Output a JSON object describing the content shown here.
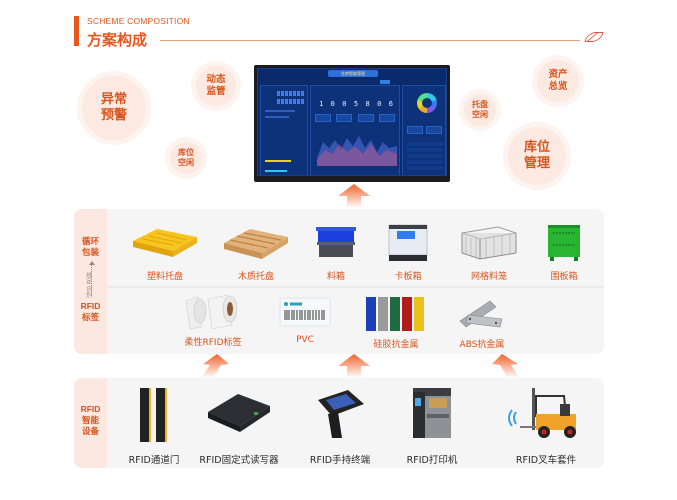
{
  "header": {
    "subtitle_en": "SCHEME COMPOSITION",
    "title": "方案构成",
    "accent_color": "#e8571d"
  },
  "bubbles": [
    {
      "label": "异常\n预警",
      "size": "large"
    },
    {
      "label": "动态\n监管",
      "size": "medium"
    },
    {
      "label": "库位\n空闲",
      "size": "small"
    },
    {
      "label": "资产\n总览",
      "size": "medium"
    },
    {
      "label": "托盘\n空闲",
      "size": "small"
    },
    {
      "label": "库位\n管理",
      "size": "large"
    }
  ],
  "dashboard": {
    "title": "仓库智能管理",
    "tabs": [
      "",
      "",
      ""
    ],
    "counter_digits": [
      "1",
      "0",
      "0",
      "5",
      "8",
      "0",
      "6"
    ]
  },
  "sections": {
    "packaging": {
      "label": "循环\n包装",
      "items": [
        {
          "label": "塑料托盘",
          "icon": "plastic-pallet"
        },
        {
          "label": "木质托盘",
          "icon": "wooden-pallet"
        },
        {
          "label": "料箱",
          "icon": "material-box"
        },
        {
          "label": "卡板箱",
          "icon": "pallet-box"
        },
        {
          "label": "网格料笼",
          "icon": "mesh-cage"
        },
        {
          "label": "围板箱",
          "icon": "sleeve-box"
        }
      ]
    },
    "flow_note": "绑定  识别",
    "tags": {
      "label": "RFID\n标签",
      "items": [
        {
          "label": "柔性RFID标签",
          "icon": "flexible-tag-roll"
        },
        {
          "label": "PVC",
          "icon": "pvc-card"
        },
        {
          "label": "硅胶抗金属",
          "icon": "silicone-tag"
        },
        {
          "label": "ABS抗金属",
          "icon": "abs-tag"
        }
      ]
    },
    "devices": {
      "label": "RFID\n智能\n设备",
      "items": [
        {
          "label": "RFID通道门",
          "icon": "rfid-gate"
        },
        {
          "label": "RFID固定式读写器",
          "icon": "fixed-reader"
        },
        {
          "label": "RFID手持终端",
          "icon": "handheld-terminal"
        },
        {
          "label": "RFID打印机",
          "icon": "rfid-printer"
        },
        {
          "label": "RFID叉车套件",
          "icon": "forklift-kit"
        }
      ]
    }
  }
}
